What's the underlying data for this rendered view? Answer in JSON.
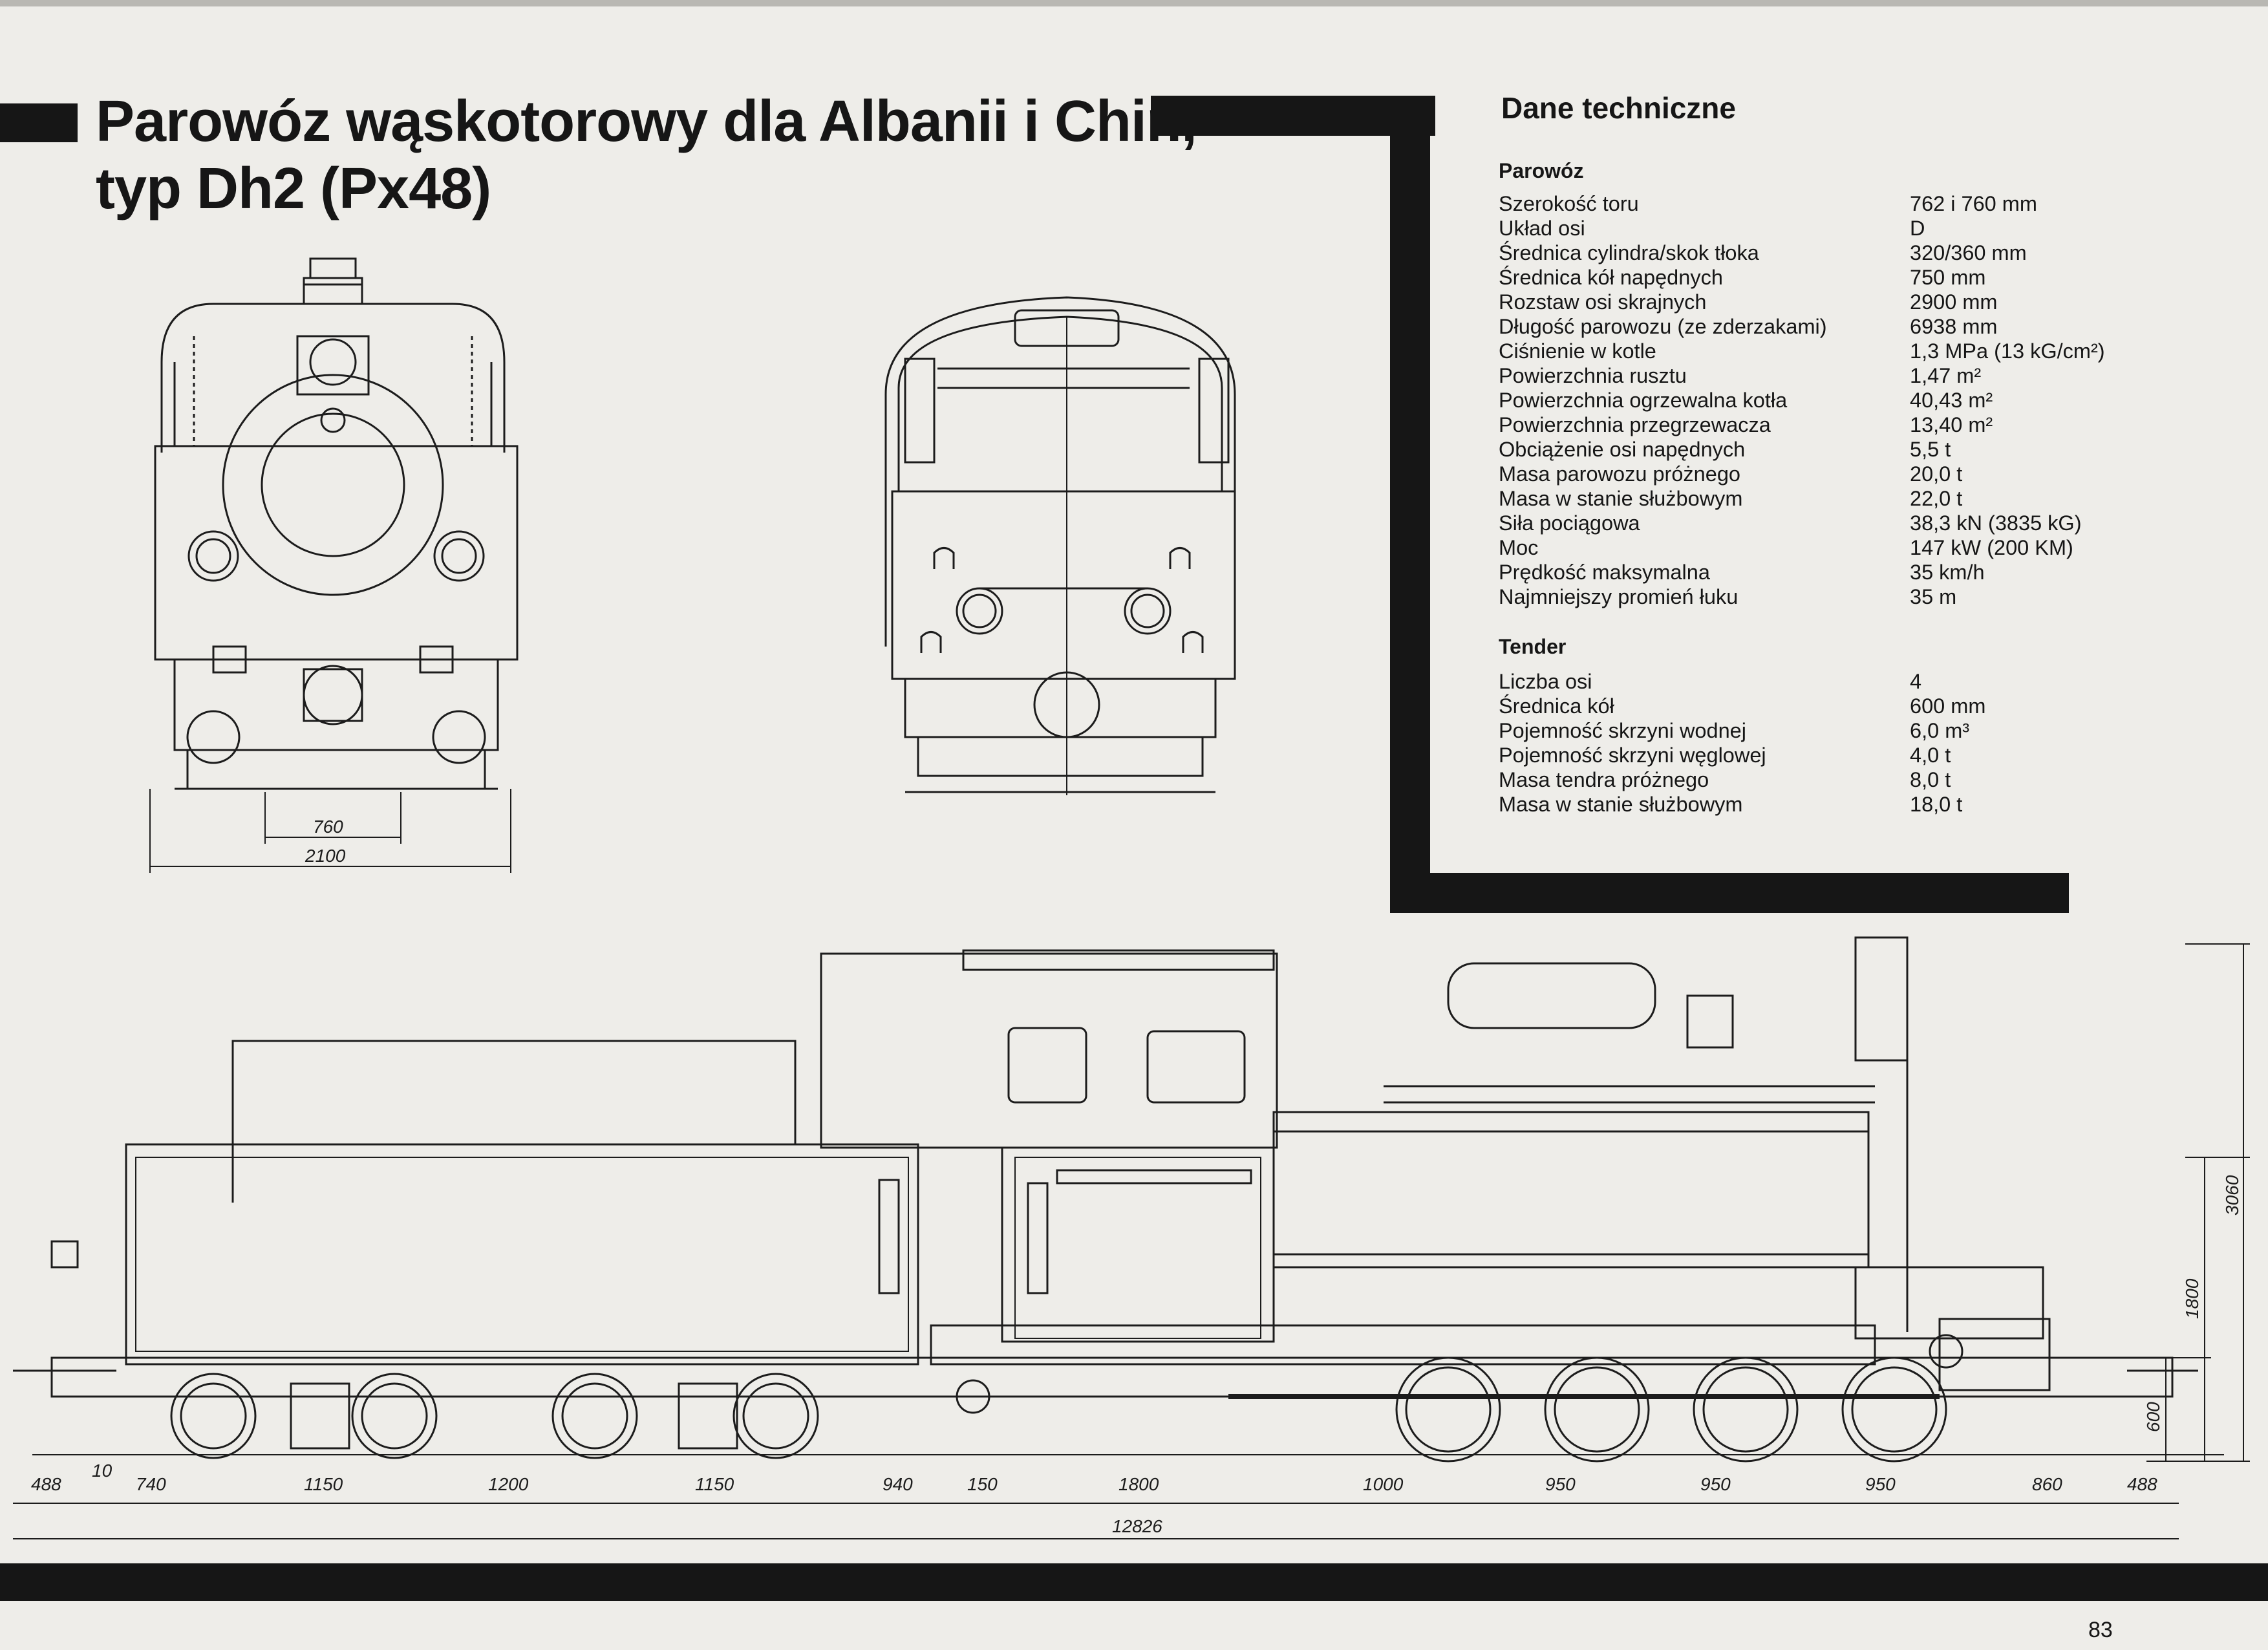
{
  "page": {
    "title_line1": "Parowóz wąskotorowy dla Albanii i Chin,",
    "title_line2": "typ Dh2 (Px48)",
    "page_number": "83"
  },
  "specs": {
    "title": "Dane techniczne",
    "locomotive": {
      "heading": "Parowóz",
      "rows": [
        {
          "label": "Szerokość toru",
          "value": "762 i 760 mm"
        },
        {
          "label": "Układ osi",
          "value": "D"
        },
        {
          "label": "Średnica cylindra/skok tłoka",
          "value": "320/360 mm"
        },
        {
          "label": "Średnica kół napędnych",
          "value": "750 mm"
        },
        {
          "label": "Rozstaw osi skrajnych",
          "value": "2900 mm"
        },
        {
          "label": "Długość parowozu (ze zderzakami)",
          "value": "6938 mm"
        },
        {
          "label": "Ciśnienie w kotle",
          "value": "1,3 MPa (13 kG/cm²)"
        },
        {
          "label": "Powierzchnia rusztu",
          "value": "1,47 m²"
        },
        {
          "label": "Powierzchnia ogrzewalna kotła",
          "value": "40,43 m²"
        },
        {
          "label": "Powierzchnia przegrzewacza",
          "value": "13,40 m²"
        },
        {
          "label": "Obciążenie osi napędnych",
          "value": "5,5 t"
        },
        {
          "label": "Masa parowozu próżnego",
          "value": "20,0 t"
        },
        {
          "label": "Masa w stanie służbowym",
          "value": "22,0 t"
        },
        {
          "label": "Siła pociągowa",
          "value": "38,3 kN (3835 kG)"
        },
        {
          "label": "Moc",
          "value": "147 kW (200 KM)"
        },
        {
          "label": "Prędkość maksymalna",
          "value": "35 km/h"
        },
        {
          "label": "Najmniejszy promień łuku",
          "value": "35 m"
        }
      ]
    },
    "tender": {
      "heading": "Tender",
      "rows": [
        {
          "label": "Liczba osi",
          "value": "4"
        },
        {
          "label": "Średnica kół",
          "value": "600 mm"
        },
        {
          "label": "Pojemność skrzyni wodnej",
          "value": "6,0 m³"
        },
        {
          "label": "Pojemność skrzyni węglowej",
          "value": "4,0 t"
        },
        {
          "label": "Masa tendra próżnego",
          "value": "8,0 t"
        },
        {
          "label": "Masa w stanie służbowym",
          "value": "18,0 t"
        }
      ]
    }
  },
  "dimensions": {
    "front_gauge": "760",
    "front_width": "2100",
    "height_total": "3060",
    "height_mid": "1800",
    "height_low": "600",
    "total_length": "12826",
    "segments": [
      "488",
      "10",
      "740",
      "1150",
      "1200",
      "1150",
      "940",
      "150",
      "1800",
      "1000",
      "950",
      "950",
      "950",
      "860",
      "488"
    ]
  }
}
